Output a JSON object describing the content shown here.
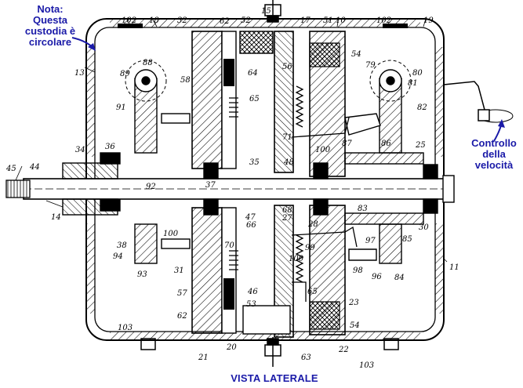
{
  "note": {
    "line1": "Nota:",
    "line2": "Questa",
    "line3": "custodia è",
    "line4": "circolare"
  },
  "speed_control": {
    "line1": "Controllo",
    "line2": "della",
    "line3": "velocità"
  },
  "caption": "VISTA LATERALE",
  "part_numbers": [
    "102",
    "18",
    "32",
    "62",
    "15",
    "52",
    "17",
    "51",
    "10",
    "102",
    "19",
    "13",
    "58",
    "64",
    "56",
    "54",
    "79",
    "80",
    "81",
    "82",
    "88",
    "89",
    "91",
    "65",
    "71",
    "87",
    "86",
    "25",
    "100",
    "34",
    "36",
    "35",
    "48",
    "45",
    "44",
    "37",
    "92",
    "83",
    "47",
    "66",
    "68",
    "27",
    "28",
    "30",
    "14",
    "38",
    "94",
    "100",
    "70",
    "99",
    "97",
    "85",
    "93",
    "31",
    "96",
    "98",
    "84",
    "11",
    "57",
    "46",
    "53",
    "100",
    "65",
    "23",
    "62",
    "103",
    "54",
    "21",
    "20",
    "63",
    "22",
    "103"
  ],
  "colors": {
    "note_text": "#1a1aa8",
    "line": "#000000",
    "background": "#ffffff"
  }
}
